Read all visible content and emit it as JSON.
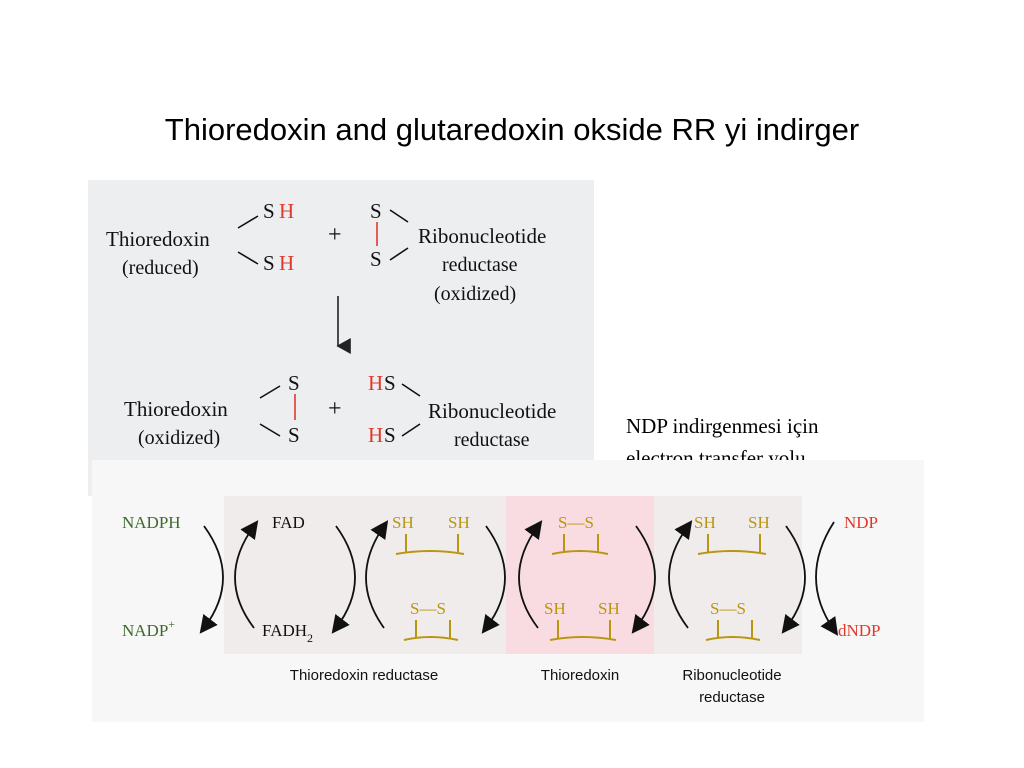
{
  "title": "Thioredoxin and glutaredoxin okside RR yi indirger",
  "note": {
    "line1": "NDP indirgenmesi için",
    "line2": "electron transfer yolu"
  },
  "top_reaction": {
    "reactant_thioredoxin": "Thioredoxin",
    "reactant_thioredoxin_state": "(reduced)",
    "reactant_rr_line1": "Ribonucleotide",
    "reactant_rr_line2": "reductase",
    "reactant_rr_state": "(oxidized)",
    "product_thioredoxin": "Thioredoxin",
    "product_thioredoxin_state": "(oxidized)",
    "product_rr_line1": "Ribonucleotide",
    "product_rr_line2": "reductase",
    "plus": "+",
    "s": "S",
    "h": "H"
  },
  "pathway": {
    "nadph": "NADPH",
    "nadp": "NADP",
    "nadp_sup": "+",
    "fad": "FAD",
    "fadh": "FADH",
    "fadh_sub": "2",
    "sh": "SH",
    "ss": "S—S",
    "ndp": "NDP",
    "dndp": "dNDP",
    "label_trx_reductase": "Thioredoxin reductase",
    "label_trx": "Thioredoxin",
    "label_rr_line1": "Ribonucleotide",
    "label_rr_line2": "reductase"
  },
  "colors": {
    "green_label": "#3f6b2a",
    "yellow": "#b9960f",
    "red_accent": "#e0392b",
    "pink_panel": "#f9dce2",
    "grey_panel": "#f1ecec",
    "page_scan": "#ecedef"
  }
}
